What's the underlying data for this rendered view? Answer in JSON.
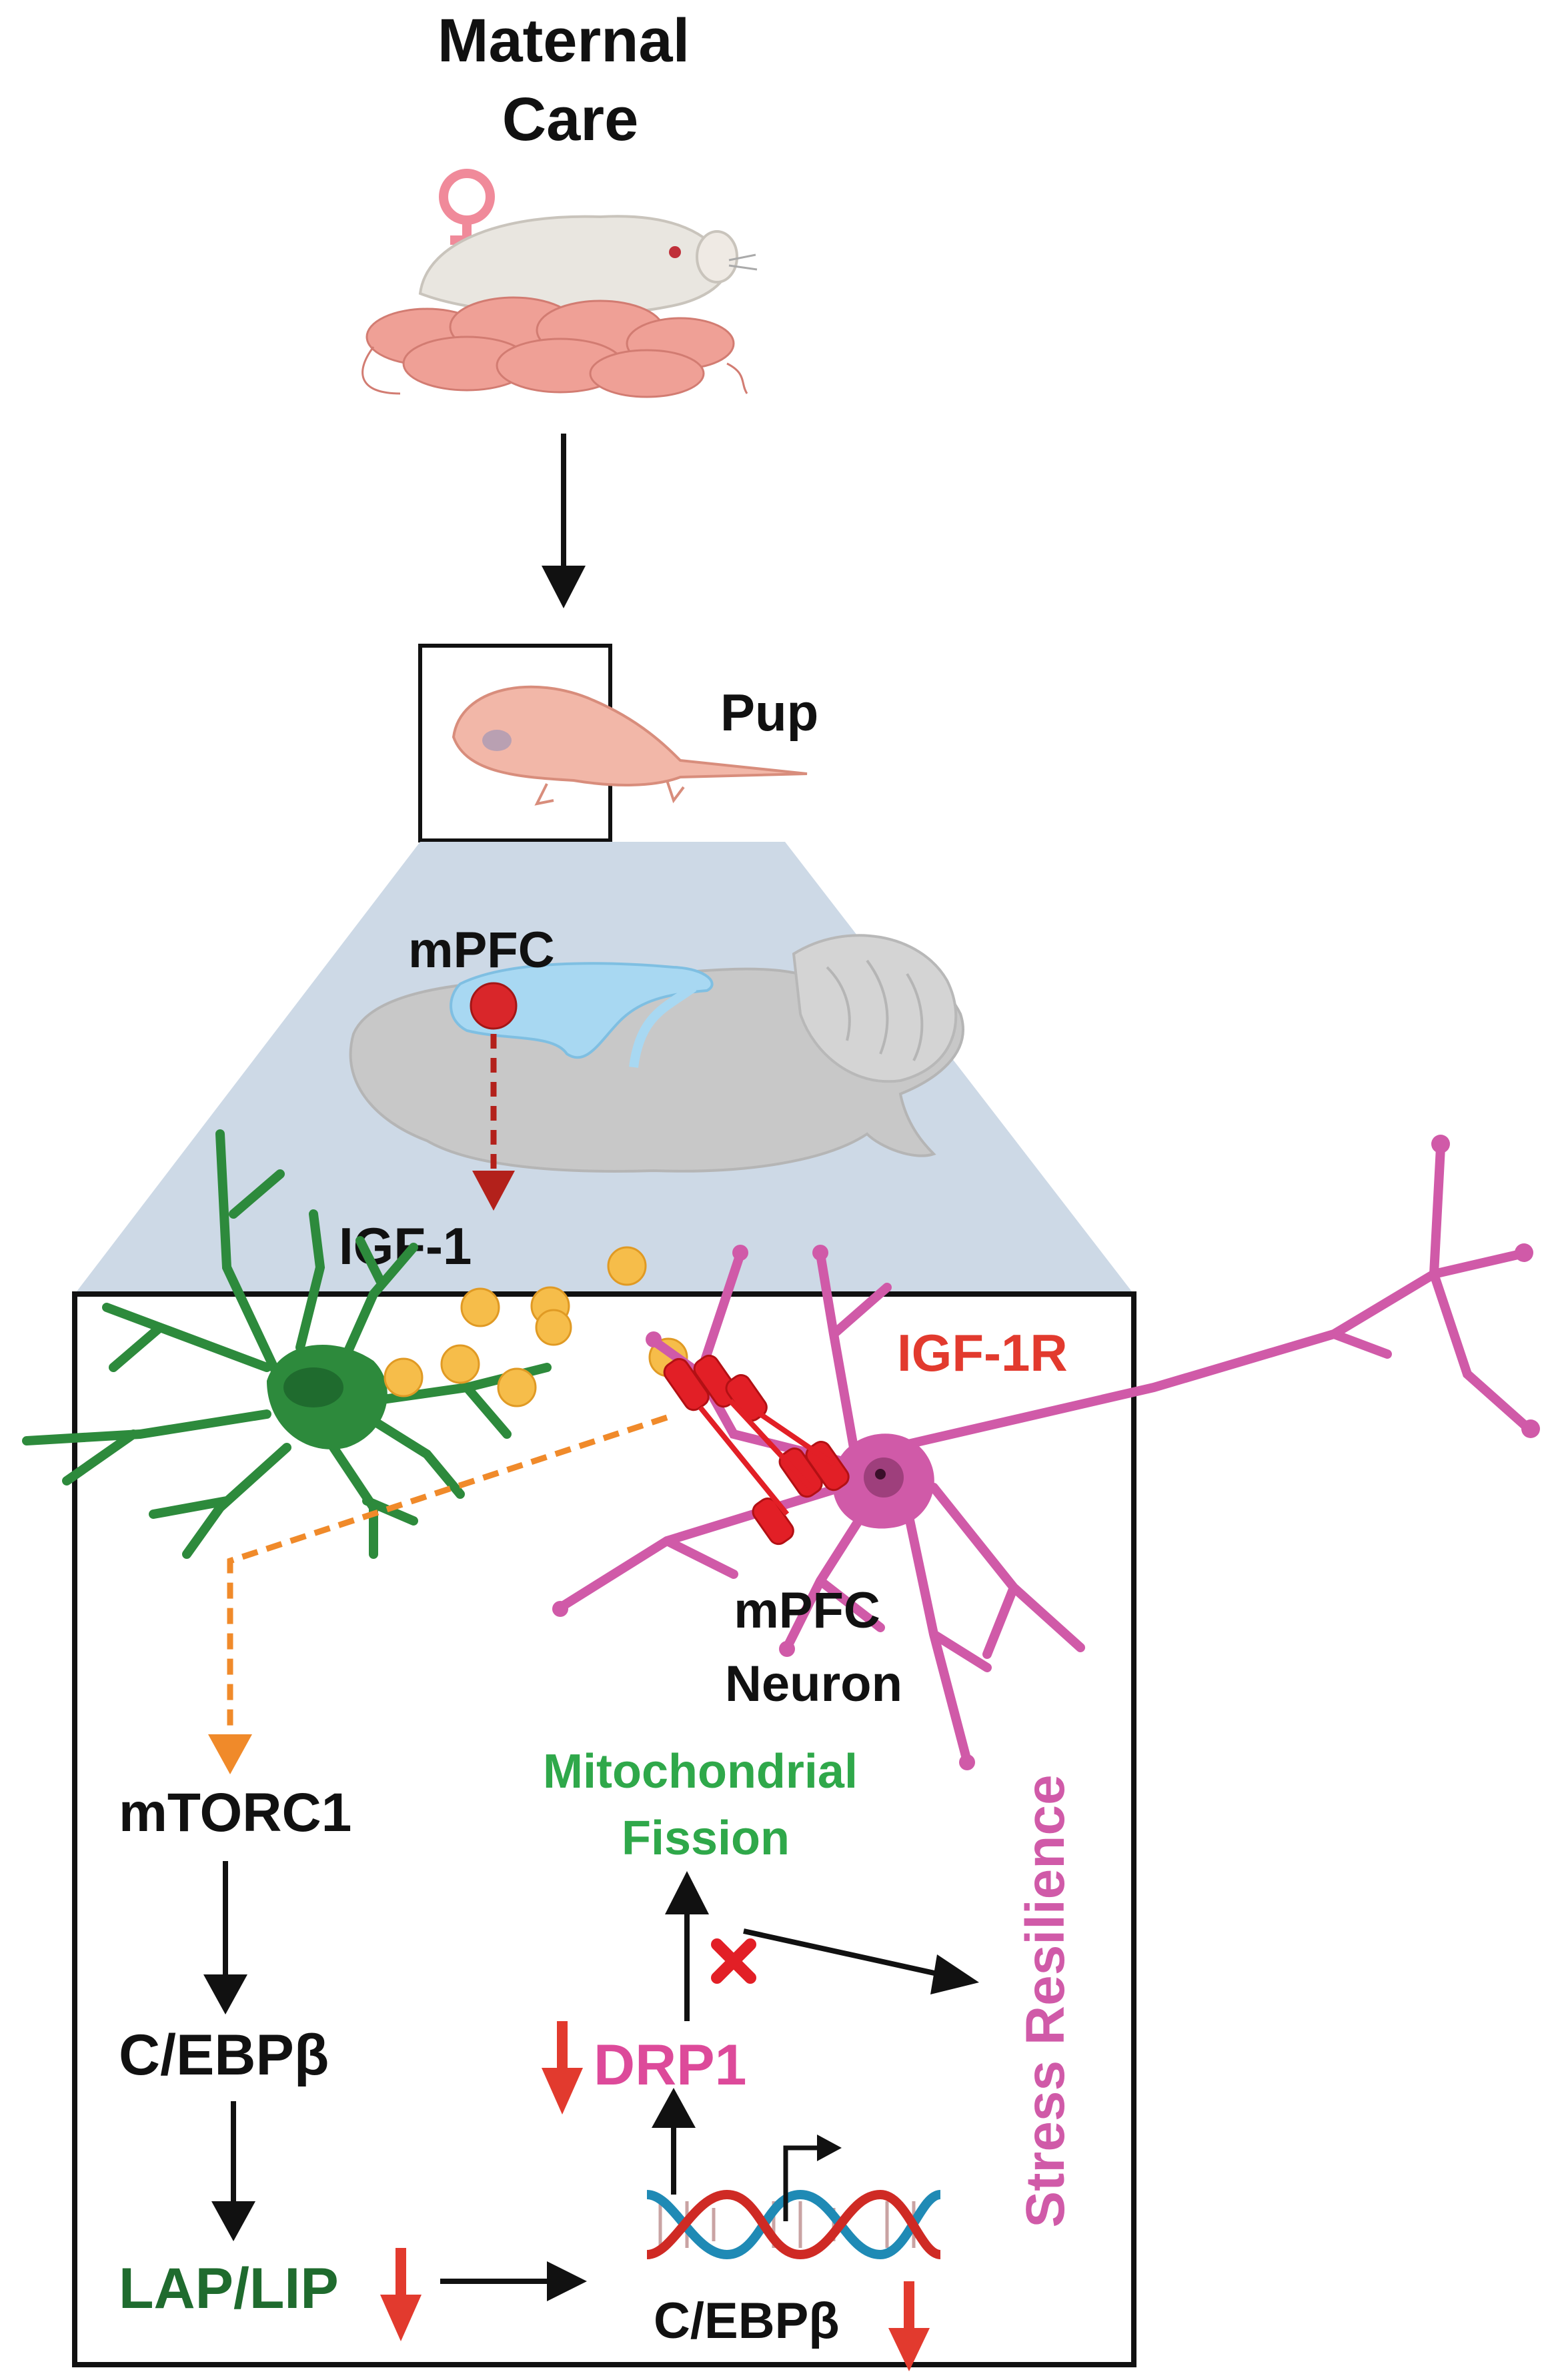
{
  "labels": {
    "maternal_care": [
      "Maternal",
      "Care"
    ],
    "pup": "Pup",
    "mpfc": "mPFC",
    "igf1": "IGF-1",
    "igf1r": "IGF-1R",
    "mpfc_neuron": [
      "mPFC",
      "Neuron"
    ],
    "mitochondrial_fission": [
      "Mitochondrial",
      "Fission"
    ],
    "mtorc1": "mTORC1",
    "cebpb_top": "C/EBPβ",
    "lap_lip": "LAP/LIP",
    "drp1": "DRP1",
    "cebpb_gene": "C/EBPβ",
    "stress_resilience": "Stress Resilience"
  },
  "colors": {
    "black": "#111111",
    "red": "#e23a2e",
    "dark_red": "#b3211b",
    "green": "#2fa84a",
    "dark_green": "#1f6b2e",
    "pink": "#d05aa8",
    "drp1_pink": "#dd4a9a",
    "orange": "#f08a2a",
    "ball": "#f6bd4a",
    "trap": "#cdd9e6",
    "brain": "#c8c8c8",
    "ventricle": "#a8d8f2"
  },
  "icons": [
    "female-symbol-icon",
    "mouse-mother-icon",
    "mouse-pup-icon",
    "brain-icon",
    "astrocyte-icon",
    "neuron-icon",
    "igf1r-receptor-icon",
    "dna-helix-icon",
    "inhibition-x-icon",
    "down-arrow-icon"
  ]
}
